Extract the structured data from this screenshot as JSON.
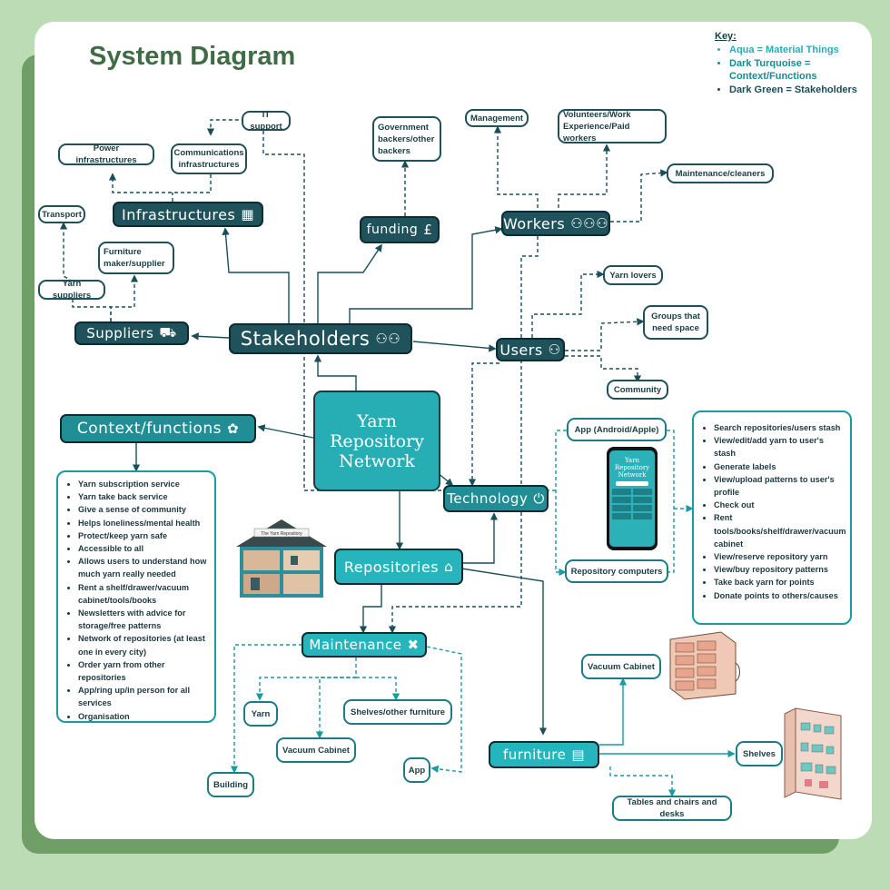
{
  "title": "System Diagram",
  "key": {
    "heading": "Key:",
    "items": [
      "Aqua = Material Things",
      "Dark Turquoise = Context/Functions",
      "Dark Green = Stakeholders"
    ]
  },
  "colors": {
    "aqua": "#26b5bc",
    "dark_turquoise": "#218e96",
    "dark_green": "#1f525b",
    "line": "#1a4f5a"
  },
  "center": [
    "Yarn",
    "Repository",
    "Network"
  ],
  "hubs": {
    "stakeholders": "Stakeholders",
    "infrastructures": "Infrastructures",
    "suppliers": "Suppliers",
    "funding": "funding",
    "workers": "Workers",
    "users": "Users",
    "context": "Context/functions",
    "technology": "Technology",
    "repositories": "Repositories",
    "maintenance": "Maintenance",
    "furniture": "furniture"
  },
  "leaves": {
    "it_support": "IT support",
    "power": "Power infrastructures",
    "communications": "Communications infrastructures",
    "transport": "Transport",
    "furniture_maker": "Furniture maker/supplier",
    "yarn_suppliers": "Yarn suppliers",
    "government": "Government backers/other backers",
    "management": "Management",
    "volunteers": "Volunteers/Work Experience/Paid workers",
    "maintenance_cleaners": "Maintenance/cleaners",
    "yarn_lovers": "Yarn lovers",
    "groups": "Groups that need space",
    "community": "Community",
    "app_android": "App (Android/Apple)",
    "repo_computers": "Repository computers",
    "yarn": "Yarn",
    "shelves_other": "Shelves/other furniture",
    "vacuum_cab_m": "Vacuum Cabinet",
    "building": "Building",
    "app": "App",
    "vacuum_cab_f": "Vacuum Cabinet",
    "shelves": "Shelves",
    "tables": "Tables and chairs and desks"
  },
  "context_list": [
    "Yarn subscription service",
    "Yarn take back service",
    "Give a sense of community",
    "Helps loneliness/mental health",
    "Protect/keep yarn safe",
    "Accessible to all",
    "Allows users to understand how much yarn really needed",
    "Rent a shelf/drawer/vacuum cabinet/tools/books",
    "Newsletters with advice for storage/free patterns",
    "Network of repositories (at least one in every city)",
    "Order yarn from other repositories",
    "App/ring up/in person for all services",
    "Organisation"
  ],
  "tech_list": [
    "Search repositories/users stash",
    "View/edit/add yarn to user's stash",
    "Generate labels",
    "View/upload patterns to user's profile",
    "Check out",
    "Rent tools/books/shelf/drawer/vacuum cabinet",
    "View/reserve repository yarn",
    "View/buy repository patterns",
    "Take back yarn for points",
    "Donate points to others/causes"
  ],
  "phone": {
    "title": [
      "Yarn",
      "Repository",
      "Network"
    ]
  },
  "house_sign": "The Yarn Repository"
}
